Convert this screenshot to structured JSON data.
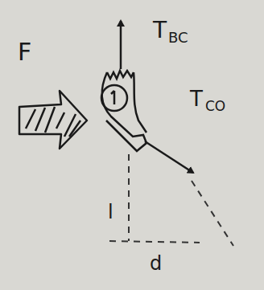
{
  "diagram": {
    "labels": [
      "F",
      "T",
      "BC",
      "T",
      "CO",
      "l",
      "d"
    ]
  }
}
